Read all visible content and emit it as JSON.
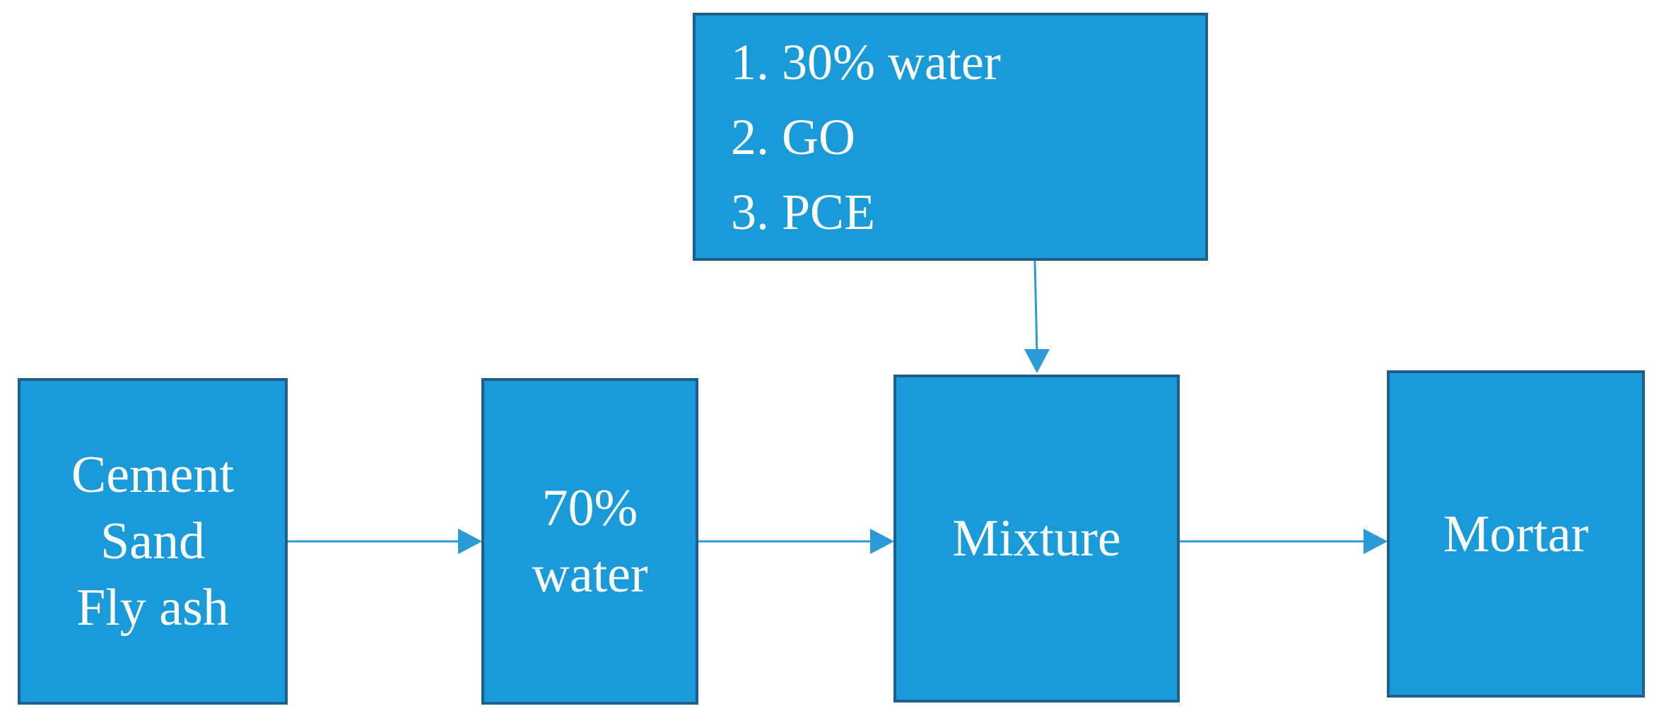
{
  "diagram": {
    "nodes": {
      "inputs": {
        "lines": [
          "Cement",
          "Sand",
          "Fly ash"
        ]
      },
      "water70": {
        "lines": [
          "70%",
          "water"
        ]
      },
      "mixture": {
        "lines": [
          "Mixture"
        ]
      },
      "mortar": {
        "lines": [
          "Mortar"
        ]
      },
      "additives": {
        "lines": [
          "1. 30% water",
          "2. GO",
          "3. PCE"
        ]
      }
    },
    "edges": [
      {
        "from": "inputs",
        "to": "water70"
      },
      {
        "from": "water70",
        "to": "mixture"
      },
      {
        "from": "mixture",
        "to": "mortar"
      },
      {
        "from": "additives",
        "to": "mixture"
      }
    ],
    "colors": {
      "box_fill": "#1a9ad8",
      "box_border": "#1f5f8e",
      "text": "#ffffff",
      "arrow": "#2a9bd6"
    }
  }
}
